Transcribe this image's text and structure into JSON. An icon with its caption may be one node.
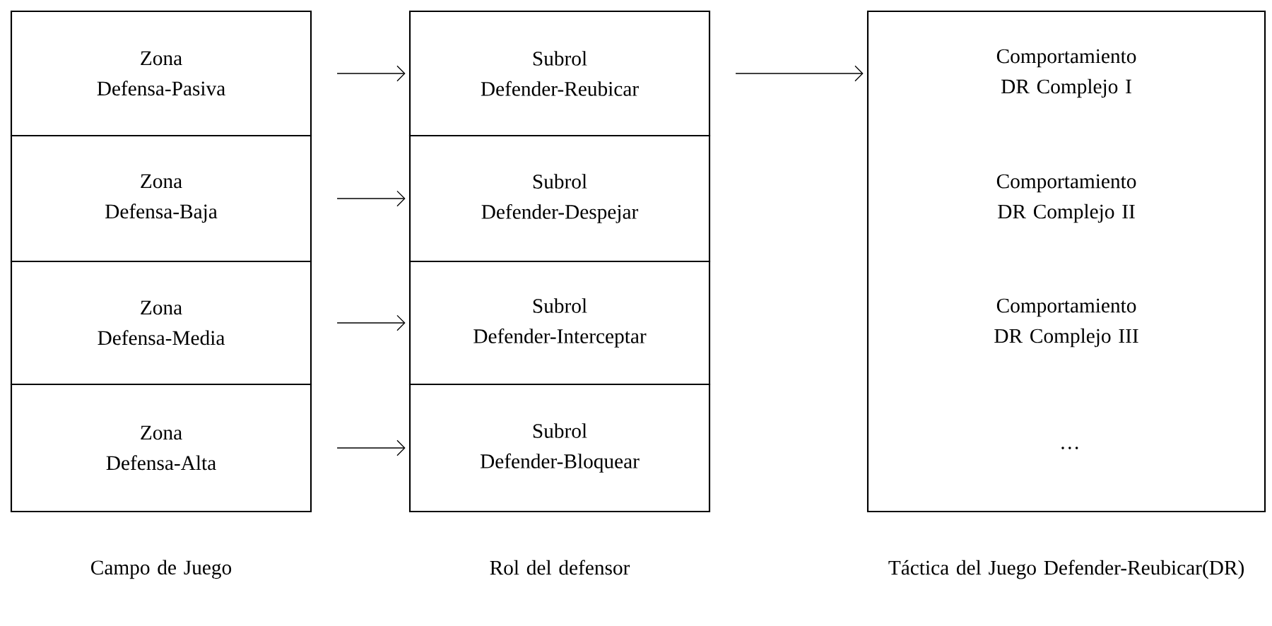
{
  "diagram": {
    "nodes": [
      {
        "text": [
          "Zona Defensa-Pasiva"
        ]
      },
      {
        "text": [
          "Zona Defensa-Baja"
        ]
      },
      {
        "text": [
          "Zona Defensa-Media"
        ]
      },
      {
        "text": [
          "Zona Defensa-Alta"
        ]
      },
      {
        "text": [
          "Subrol Defender-Reubicar"
        ]
      },
      {
        "text": [
          "Subrol Defender-Despejar"
        ]
      },
      {
        "text": [
          "Subrol Defender-Interceptar"
        ]
      },
      {
        "text": [
          "Subrol Defender-Bloquear"
        ]
      },
      {
        "text": [
          "Comportamiento DR Complejo I",
          "Comportamiento DR Complejo II",
          "Comportamiento DR Complejo III",
          "…"
        ]
      }
    ],
    "edges": [
      {
        "from": 0,
        "to": 4,
        "arrow": "to"
      },
      {
        "from": 1,
        "to": 5,
        "arrow": "to"
      },
      {
        "from": 2,
        "to": 6,
        "arrow": "to"
      },
      {
        "from": 3,
        "to": 7,
        "arrow": "to"
      },
      {
        "from": 4,
        "to": 8,
        "arrow": "to"
      }
    ],
    "labels": [
      "Campo de Juego",
      "Rol del defensor",
      "Táctica del Juego Defender-Reubicar(DR)"
    ]
  }
}
